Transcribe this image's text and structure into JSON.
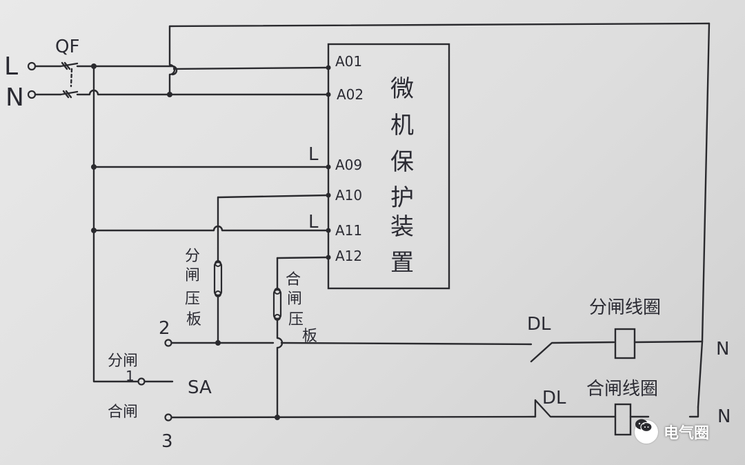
{
  "inputs": {
    "line_label": "L",
    "neutral_label": "N",
    "breaker_label": "QF"
  },
  "device": {
    "name_chars": [
      "微",
      "机",
      "保",
      "护",
      "装",
      "置"
    ],
    "terminals": [
      "A01",
      "A02",
      "A09",
      "A10",
      "A11",
      "A12"
    ],
    "l_markers": [
      "L",
      "L"
    ]
  },
  "plates": {
    "trip_chars": [
      "分",
      "闸",
      "压",
      "板"
    ],
    "close_chars": [
      "合",
      "闸",
      "压",
      "板"
    ]
  },
  "switch": {
    "name": "SA",
    "trip_label": "分闸",
    "close_label": "合闸",
    "num_common": "1",
    "num_trip": "2",
    "num_close": "3"
  },
  "breaker_contacts": {
    "dl_top": "DL",
    "dl_bottom": "DL"
  },
  "coils": {
    "trip_coil": "分闸线圈",
    "close_coil": "合闸线圈"
  },
  "neutral_right": {
    "top": "N",
    "bottom": "N"
  },
  "watermark": {
    "text": "电气圈",
    "icon": "wechat-icon"
  }
}
